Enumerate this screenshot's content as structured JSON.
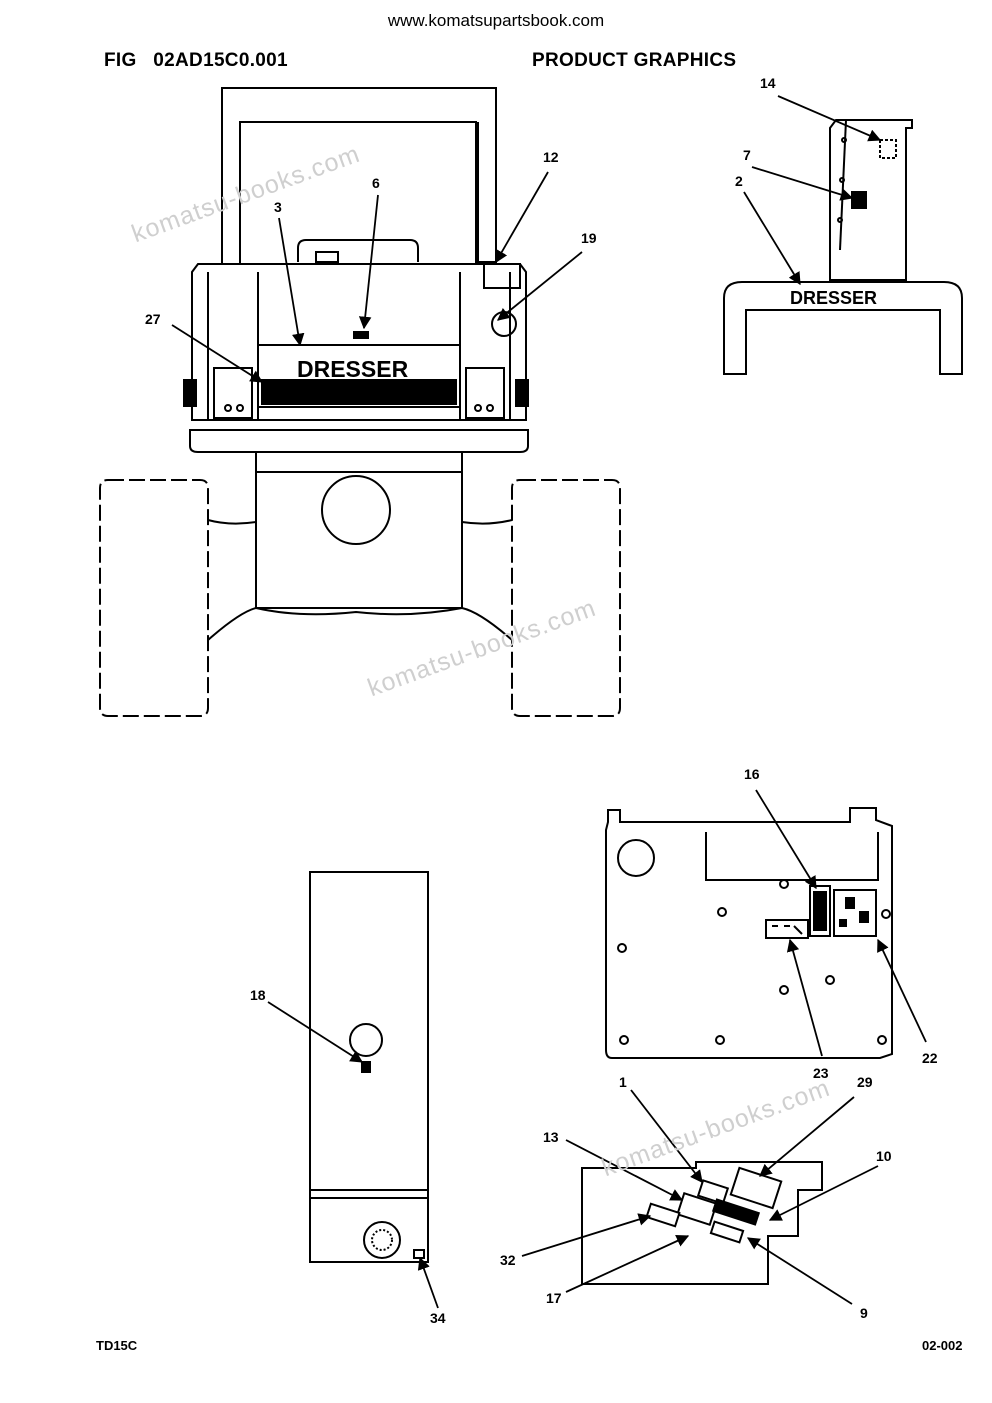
{
  "header": {
    "url": "www.komatsupartsbook.com",
    "figure_id": "FIG   02AD15C0.001",
    "title": "PRODUCT GRAPHICS"
  },
  "footer": {
    "model": "TD15C",
    "page": "02-002"
  },
  "watermark": "komatsu-books.com",
  "brand_decal": "DRESSER",
  "callouts": {
    "c1": "1",
    "c2": "2",
    "c3": "3",
    "c6": "6",
    "c7": "7",
    "c9": "9",
    "c10": "10",
    "c12": "12",
    "c13": "13",
    "c14": "14",
    "c16": "16",
    "c17": "17",
    "c18": "18",
    "c19": "19",
    "c22": "22",
    "c23": "23",
    "c27": "27",
    "c29": "29",
    "c32": "32",
    "c34": "34"
  }
}
